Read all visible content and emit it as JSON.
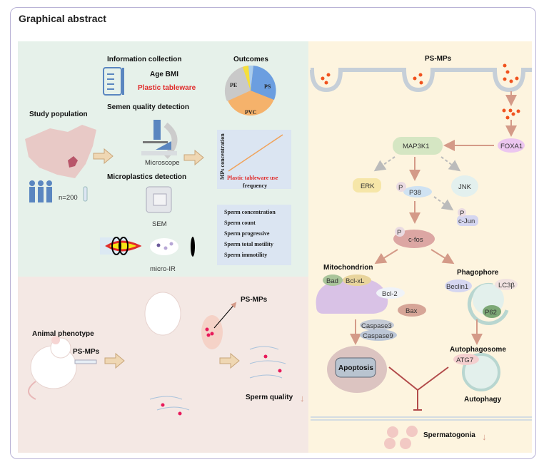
{
  "title": "Graphical abstract",
  "colors": {
    "study_panel": "#e6f1ea",
    "animal_panel": "#f4e8e4",
    "pathway_panel": "#fdf4df",
    "arrow": "#d49a88",
    "ps_mp_dot": "#f0521e"
  },
  "study": {
    "study_population": "Study population",
    "n": "n=200",
    "info_collection": "Information collection",
    "age_bmi": "Age BMI",
    "plastic_tableware": "Plastic tableware",
    "semen_quality": "Semen quality detection",
    "microscope": "Microscope",
    "microplastics_detection": "Microplastics detection",
    "sem": "SEM",
    "micro_ir": "micro-IR",
    "outcomes": "Outcomes",
    "pie_labels": [
      "PS",
      "PVC",
      "PE"
    ],
    "correlation": {
      "ylabel": "MPs concentration",
      "xlabel_red": "Plastic tableware use",
      "xlabel": "frequency"
    },
    "sperm_params": [
      "Sperm concentration",
      "Sperm count",
      "Sperm progressive",
      "Sperm total motility",
      "Sperm immotility"
    ]
  },
  "animal": {
    "animal_phenotype": "Animal phenotype",
    "ps_mps_1": "PS-MPs",
    "ps_mps_2": "PS-MPs",
    "sperm_quality": "Sperm quality",
    "down": "↓"
  },
  "pathway": {
    "ps_mps": "PS-MPs",
    "foxa1": "FOXA1",
    "map3k1": "MAP3K1",
    "erk": "ERK",
    "p38": "P38",
    "jnk": "JNK",
    "cjun": "c-Jun",
    "cfos": "c-fos",
    "p": "P",
    "mitochondrion": "Mitochondrion",
    "bad": "Bad",
    "bclxl": "Bcl-xL",
    "bcl2": "Bcl-2",
    "bax": "Bax",
    "caspase3": "Caspase3",
    "caspase9": "Caspase9",
    "apoptosis": "Apoptosis",
    "phagophore": "Phagophore",
    "beclin1": "Beclin1",
    "lc3b": "LC3β",
    "p62": "P62",
    "autophagosome": "Autophagosome",
    "atg7": "ATG7",
    "autophagy": "Autophagy",
    "spermatogonia": "Spermatogonia",
    "down": "↓"
  }
}
